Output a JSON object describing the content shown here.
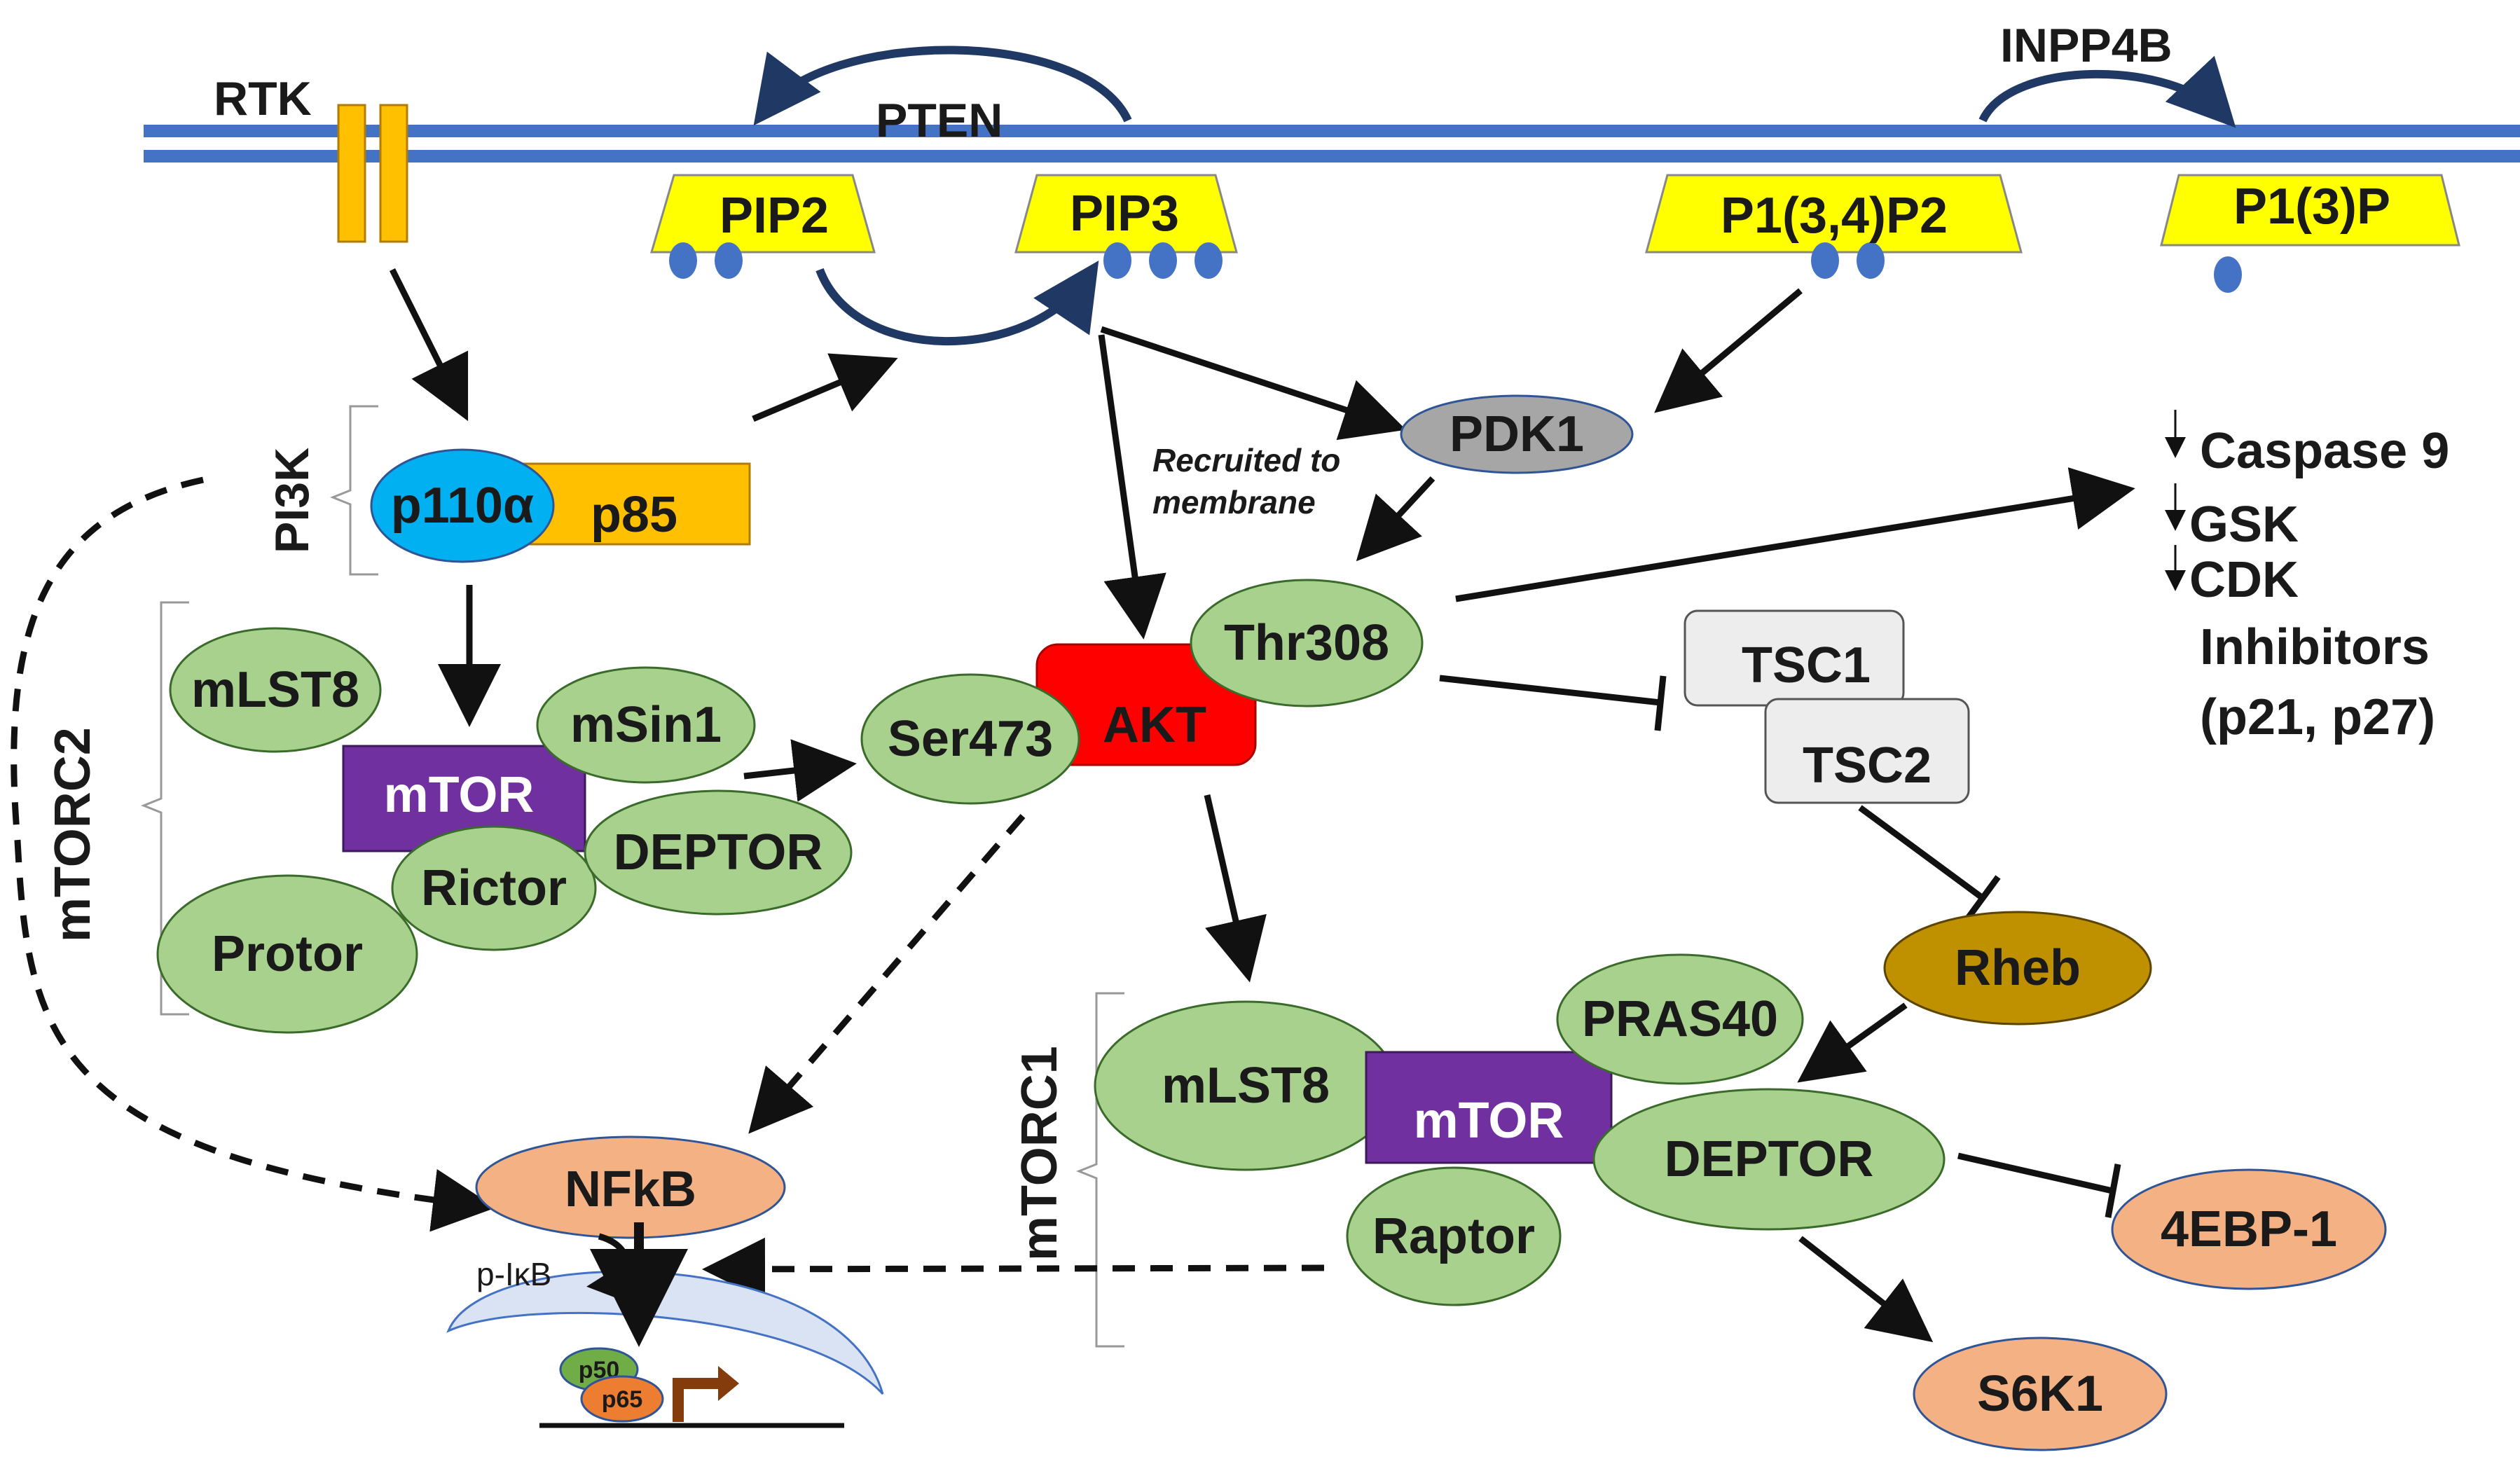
{
  "membrane": {
    "rtk": "RTK",
    "pten": "PTEN",
    "inpp4b": "INPP4B",
    "lipids": [
      "PIP2",
      "PIP3",
      "P1(3,4)P2",
      "P1(3)P"
    ]
  },
  "pi3k": {
    "group": "PI3K",
    "p110": "p110α",
    "p85": "p85"
  },
  "mtorc2": {
    "group": "mTORC2",
    "mlst8": "mLST8",
    "msin1": "mSin1",
    "mtor": "mTOR",
    "deptor": "DEPTOR",
    "rictor": "Rictor",
    "protor": "Protor"
  },
  "akt": {
    "akt": "AKT",
    "ser473": "Ser473",
    "thr308": "Thr308",
    "note_line1": "Recruited to",
    "note_line2": "membrane"
  },
  "pdk1": "PDK1",
  "targets": {
    "caspase": "Caspase 9",
    "gsk": "GSK",
    "cdk": "CDK",
    "inhib1": "Inhibitors",
    "inhib2": "(p21, p27)"
  },
  "tsc": {
    "tsc1": "TSC1",
    "tsc2": "TSC2"
  },
  "rheb": "Rheb",
  "mtorc1": {
    "group": "mTORC1",
    "mlst8": "mLST8",
    "pras40": "PRAS40",
    "mtor": "mTOR",
    "deptor": "DEPTOR",
    "raptor": "Raptor"
  },
  "effectors": {
    "ebp": "4EBP-1",
    "s6k1": "S6K1"
  },
  "nfkb": {
    "nfkb": "NFkB",
    "pikb": "p-IκB",
    "p50": "p50",
    "p65": "p65"
  },
  "colors": {
    "membrane": "#4472c4",
    "lipid": "#ffff00",
    "phosphate": "#4472c4",
    "rtk": "#ffc000",
    "p110": "#00b0f0",
    "p85": "#ffc000",
    "green_node": "#a9d18e",
    "mtor": "#7030a0",
    "akt": "#ff0000",
    "pdk1": "#a6a6a6",
    "tsc": "#e8e8e8",
    "rheb": "#bf9000",
    "salmon": "#f4b183",
    "nucleus": "#dae3f3",
    "p65": "#ed7d31",
    "p50": "#70ad47",
    "tss_arrow": "#843c0c"
  }
}
